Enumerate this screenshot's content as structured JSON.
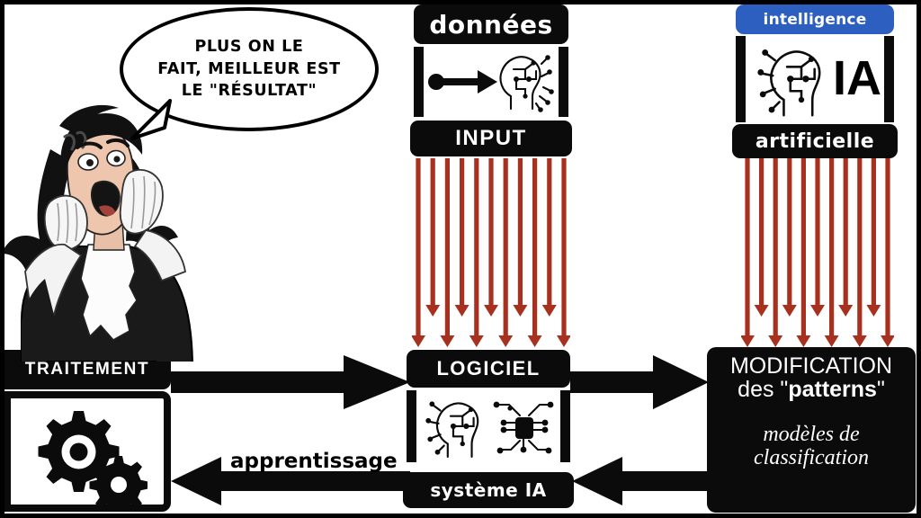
{
  "colors": {
    "black": "#0b0b0b",
    "white": "#ffffff",
    "red_arrow": "#a8301f",
    "blue_header": "#2c5fc0"
  },
  "speech_bubble": {
    "name": "speech-bubble",
    "line1": "PLUS ON LE",
    "line2": "FAIT, MEILLEUR EST",
    "line3": "LE \"RÉSULTAT\""
  },
  "character": {
    "name": "shouting-woman-in-robe",
    "description": "cartoon woman in black robe with white jabot, hands beside mouth, shouting"
  },
  "boxes": {
    "donnees": {
      "header": "données",
      "footer": "INPUT",
      "icon": "circuit-head-icon",
      "arrow_icon": "input-arrow-icon"
    },
    "intelligence": {
      "header": "intelligence",
      "footer": "artificielle",
      "letters": "IA",
      "icon": "circuit-head-icon"
    },
    "traitement": {
      "header": "TRAITEMENT",
      "icon": "gears-icon"
    },
    "logiciel": {
      "header": "LOGICIEL",
      "footer": "système IA",
      "icon_head": "circuit-head-icon",
      "icon_chip": "microchip-icon"
    },
    "modification": {
      "line1": "MODIFICATION",
      "line2_prefix": "des \"",
      "line2_bold": "patterns",
      "line2_suffix": "\"",
      "line3a": "modèles de",
      "line3b": "classification"
    }
  },
  "arrows": {
    "apprentissage_label": "apprentissage",
    "traitement_to_logiciel": "arrow-right",
    "logiciel_to_modification": "arrow-right",
    "modification_to_logiciel": "arrow-left",
    "logiciel_to_traitement": "arrow-left",
    "red_rain_donnees": "red-down-arrows",
    "red_rain_ia": "red-down-arrows",
    "red_arrow_count_per_group": 11
  }
}
